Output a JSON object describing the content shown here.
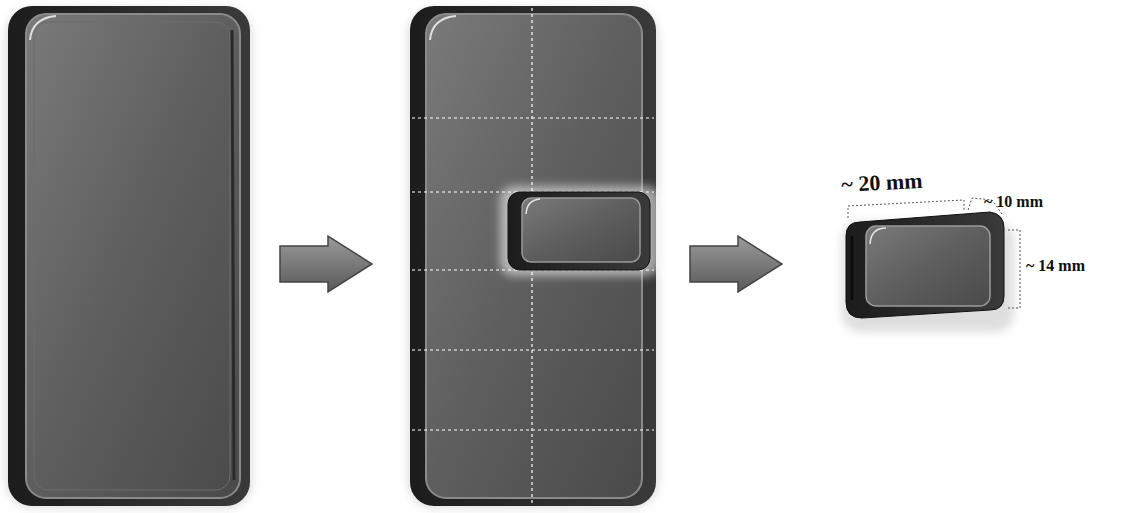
{
  "diagram": {
    "labels": [
      "~ 20 mm",
      "~ 10 mm",
      "~ 14 mm"
    ]
  }
}
